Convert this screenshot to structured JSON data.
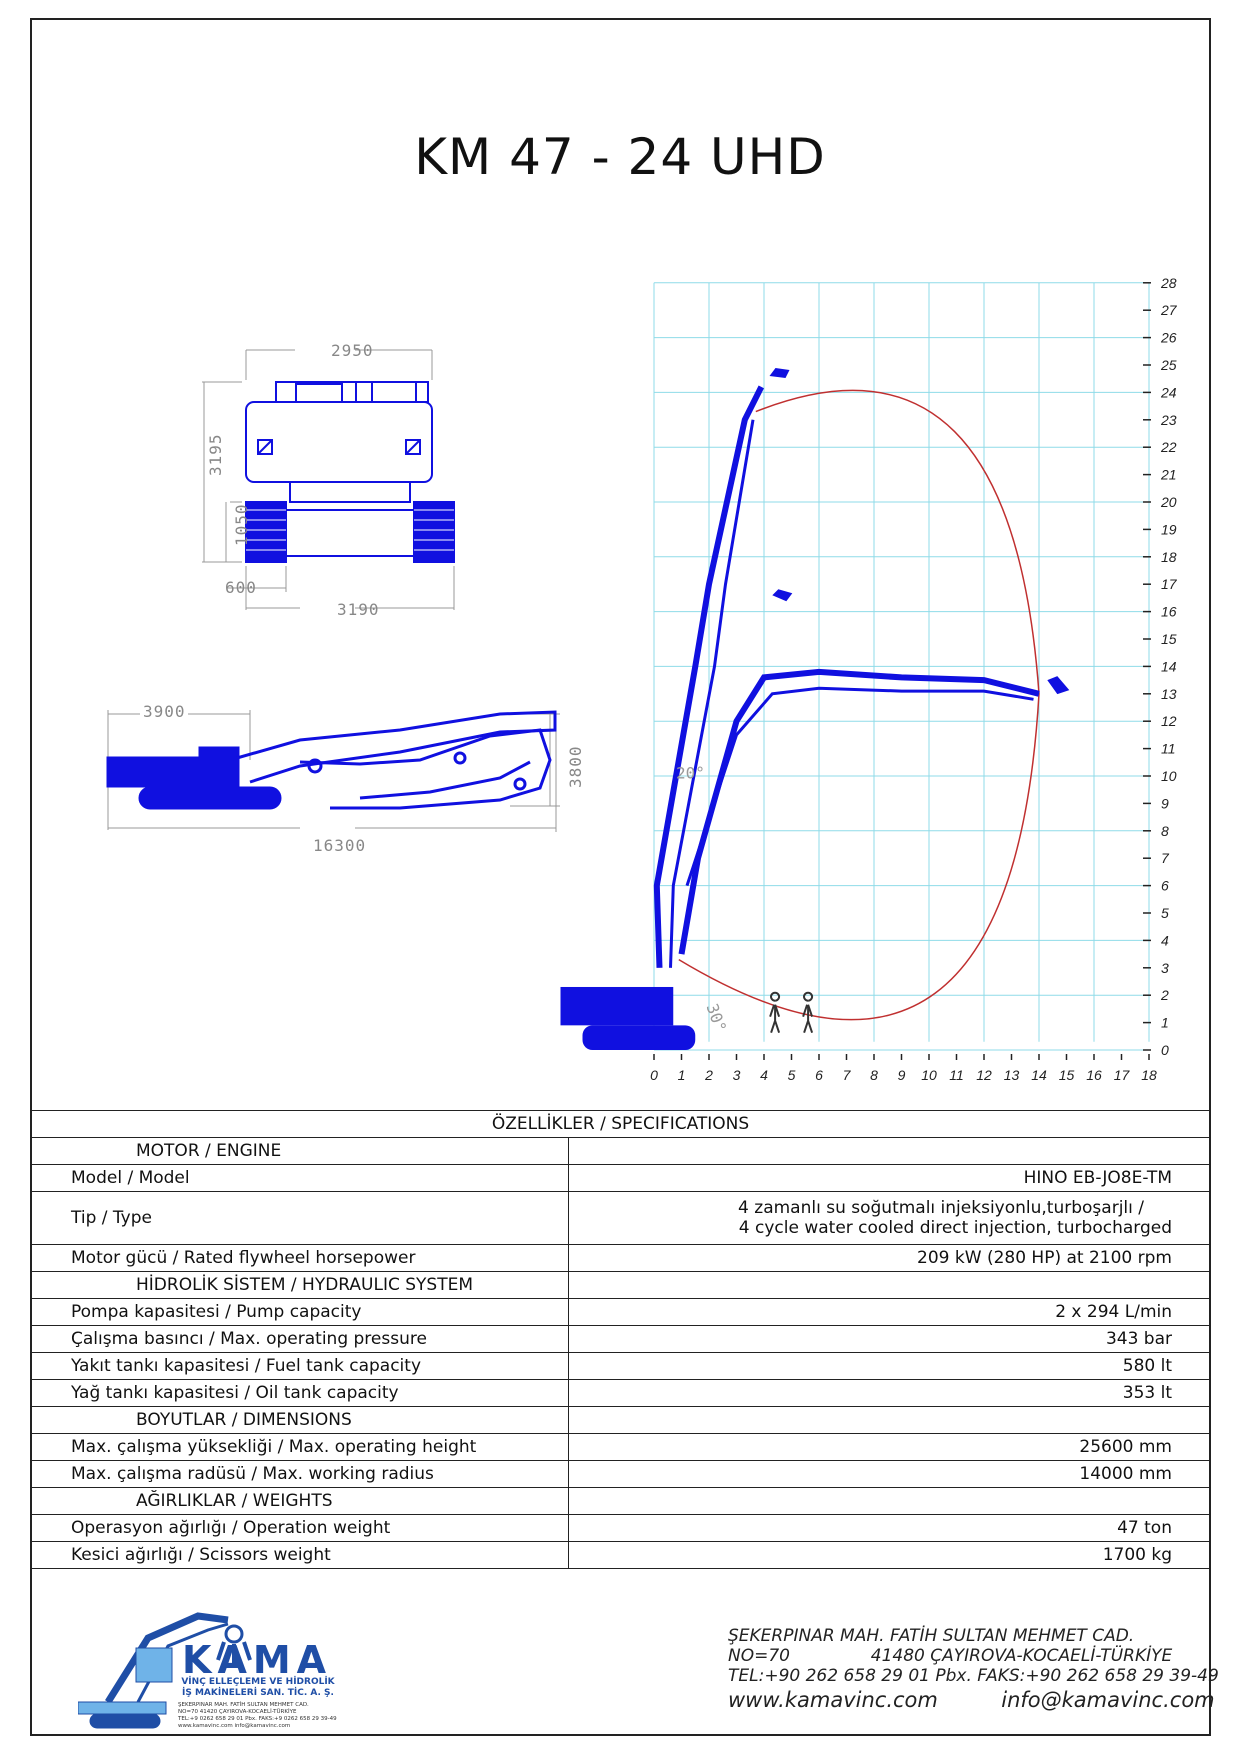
{
  "title": "KM 47 - 24 UHD",
  "drawing": {
    "front_dims": [
      "2950",
      "3195",
      "1050",
      "600",
      "3190"
    ],
    "side_dims": [
      "3900",
      "3800",
      "16300"
    ],
    "angle_labels": [
      "20°",
      "30°"
    ],
    "x_ticks": [
      "0",
      "1",
      "2",
      "3",
      "4",
      "5",
      "6",
      "7",
      "8",
      "9",
      "10",
      "11",
      "12",
      "13",
      "14",
      "15",
      "16",
      "17",
      "18"
    ],
    "y_ticks": [
      "0",
      "1",
      "2",
      "3",
      "4",
      "5",
      "6",
      "7",
      "8",
      "9",
      "10",
      "11",
      "12",
      "13",
      "14",
      "15",
      "16",
      "17",
      "18",
      "19",
      "20",
      "21",
      "22",
      "23",
      "24",
      "25",
      "26",
      "27",
      "28"
    ],
    "grid_color": "#8fdbe8",
    "machine_color": "#1010e0",
    "arc_color": "#c03030"
  },
  "specs": {
    "header": "ÖZELLİKLER / SPECIFICATIONS",
    "sections": [
      {
        "title": "MOTOR / ENGINE",
        "rows": [
          {
            "label": "Model / Model",
            "value": "HINO EB-JO8E-TM"
          },
          {
            "label": "Tip / Type",
            "value": "4 zamanlı su soğutmalı injeksiyonlu,turboşarjlı /",
            "value2": "4 cycle water cooled direct injection, turbocharged"
          },
          {
            "label": "Motor gücü / Rated flywheel horsepower",
            "value": "209 kW (280 HP) at 2100 rpm"
          }
        ]
      },
      {
        "title": "HİDROLİK SİSTEM / HYDRAULIC SYSTEM",
        "rows": [
          {
            "label": "Pompa kapasitesi / Pump capacity",
            "value": "2 x 294 L/min"
          },
          {
            "label": "Çalışma basıncı / Max. operating pressure",
            "value": "343 bar"
          },
          {
            "label": "Yakıt tankı kapasitesi / Fuel tank capacity",
            "value": "580 lt"
          },
          {
            "label": "Yağ tankı kapasitesi / Oil tank capacity",
            "value": "353 lt"
          }
        ]
      },
      {
        "title": "BOYUTLAR / DIMENSIONS",
        "rows": [
          {
            "label": "Max. çalışma yüksekliği / Max. operating height",
            "value": "25600 mm"
          },
          {
            "label": "Max. çalışma radüsü  / Max. working radius",
            "value": "14000 mm"
          }
        ]
      },
      {
        "title": "AĞIRLIKLAR / WEIGHTS",
        "rows": [
          {
            "label": "Operasyon ağırlığı / Operation weight",
            "value": "47 ton"
          },
          {
            "label": "Kesici ağırlığı / Scissors weight",
            "value": "1700 kg"
          }
        ]
      }
    ]
  },
  "company": {
    "line1": "ŞEKERPINAR MAH. FATİH SULTAN MEHMET CAD.",
    "line2a": "NO=70",
    "line2b": "41480 ÇAYIROVA-KOCAELİ-TÜRKİYE",
    "line3": "TEL:+90 262 658 29 01 Pbx. FAKS:+90 262 658 29 39-49",
    "web": "www.kamavinc.com",
    "email": "info@kamavinc.com"
  },
  "logo": {
    "brand": "KAMA",
    "sub1": "VİNÇ ELLEÇLEME VE HİDROLİK",
    "sub2": "İŞ MAKİNELERİ SAN. TİC. A. Ş.",
    "addr1": "ŞEKERPINAR MAH. FATİH SULTAN MEHMET CAD.",
    "addr2": "NO=70       41420 ÇAYIROVA-KOCAELİ-TÜRKİYE",
    "addr3": "TEL:+9 0262 658 29 01 Pbx. FAKS:+9 0262 658 29 39-49",
    "addr4": "www.kamavinc.com    info@kamavinc.com",
    "color": "#1f4ea6"
  }
}
